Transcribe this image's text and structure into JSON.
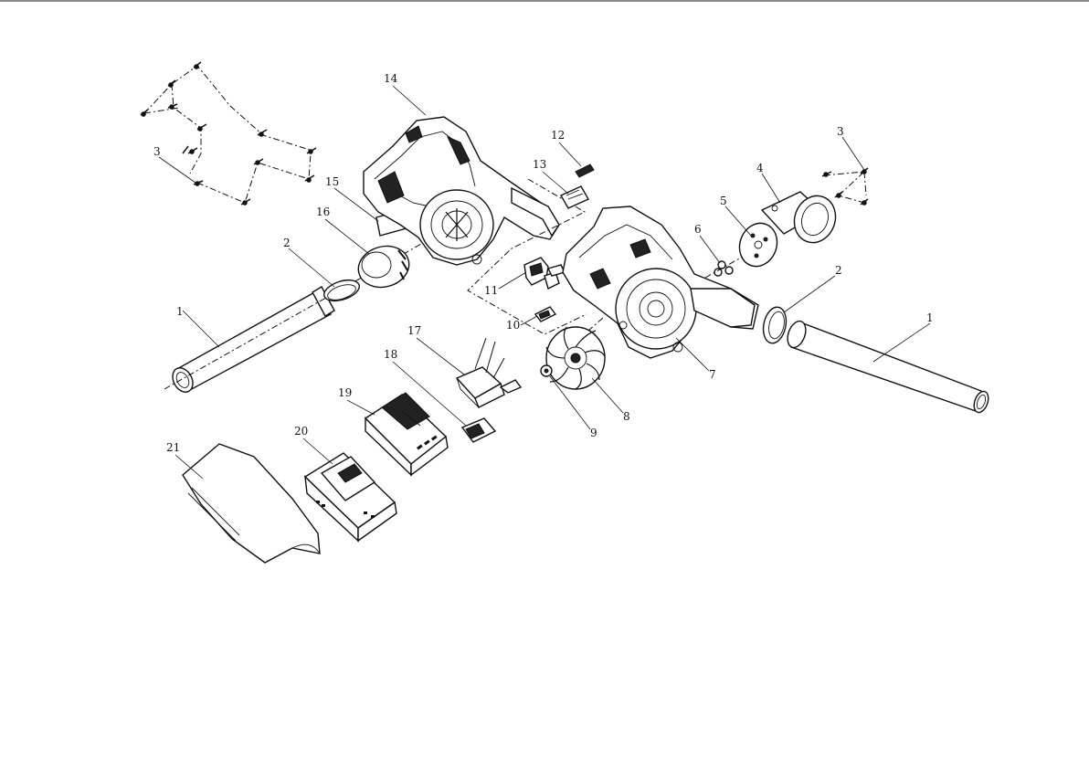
{
  "diagram": {
    "callouts": [
      {
        "id": "c1a",
        "label": "1"
      },
      {
        "id": "c1b",
        "label": "1"
      },
      {
        "id": "c2a",
        "label": "2"
      },
      {
        "id": "c2b",
        "label": "2"
      },
      {
        "id": "c3a",
        "label": "3"
      },
      {
        "id": "c3b",
        "label": "3"
      },
      {
        "id": "c4",
        "label": "4"
      },
      {
        "id": "c5",
        "label": "5"
      },
      {
        "id": "c6",
        "label": "6"
      },
      {
        "id": "c7",
        "label": "7"
      },
      {
        "id": "c8",
        "label": "8"
      },
      {
        "id": "c9",
        "label": "9"
      },
      {
        "id": "c10",
        "label": "10"
      },
      {
        "id": "c11",
        "label": "11"
      },
      {
        "id": "c12",
        "label": "12"
      },
      {
        "id": "c13",
        "label": "13"
      },
      {
        "id": "c14",
        "label": "14"
      },
      {
        "id": "c15",
        "label": "15"
      },
      {
        "id": "c16",
        "label": "16"
      },
      {
        "id": "c17",
        "label": "17"
      },
      {
        "id": "c18",
        "label": "18"
      },
      {
        "id": "c19",
        "label": "19"
      },
      {
        "id": "c20",
        "label": "20"
      },
      {
        "id": "c21",
        "label": "21"
      }
    ]
  }
}
